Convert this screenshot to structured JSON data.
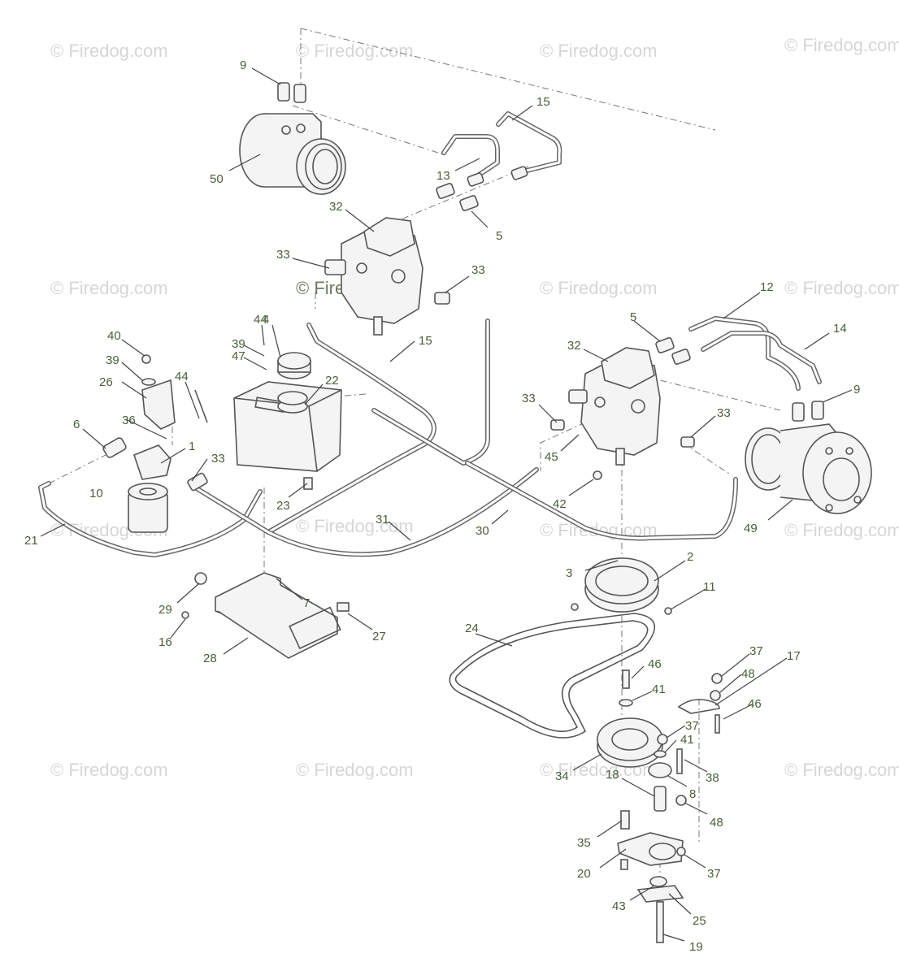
{
  "watermarks": [
    "© Firedog.com",
    "© Firedog.com",
    "© Firedog.com",
    "© Firedog.com",
    "© Firedog.com",
    "© Firedog.com",
    "© Firedog.com",
    "© Firedog.com",
    "© Firedog.com",
    "© Firedog.com",
    "© Firedog.com",
    "© Firedog.com",
    "© Firedog.com",
    "© Firedog.com",
    "© Firedog.com",
    "© Firedog.com"
  ],
  "callouts": [
    "9",
    "50",
    "13",
    "15",
    "32",
    "5",
    "33",
    "33",
    "12",
    "5",
    "14",
    "32",
    "9",
    "33",
    "33",
    "45",
    "42",
    "49",
    "40",
    "39",
    "26",
    "44",
    "36",
    "6",
    "1",
    "33",
    "10",
    "21",
    "44",
    "4",
    "39",
    "47",
    "22",
    "15",
    "23",
    "31",
    "30",
    "29",
    "7",
    "16",
    "27",
    "28",
    "3",
    "2",
    "11",
    "24",
    "37",
    "48",
    "17",
    "46",
    "46",
    "41",
    "37",
    "41",
    "38",
    "34",
    "18",
    "8",
    "48",
    "35",
    "20",
    "37",
    "43",
    "25",
    "19"
  ]
}
